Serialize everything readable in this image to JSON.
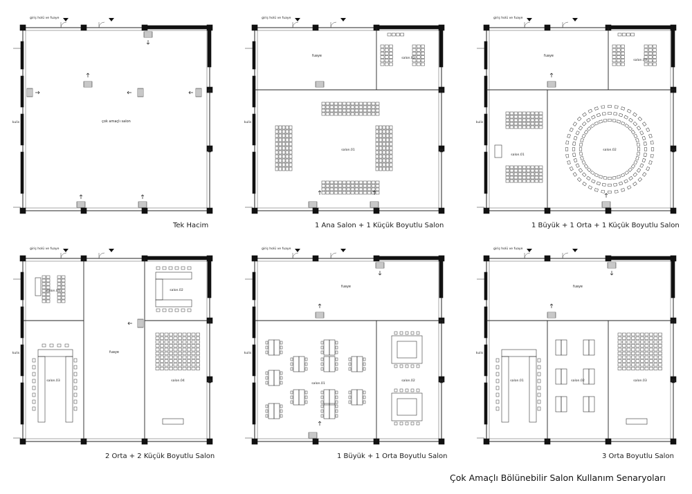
{
  "title": "Çok Amaçlı Bölünebilir Salon Kullanım Senaryoları",
  "entrance_label": "giriş holü ve fuaye",
  "backstage_label": "kulis",
  "scenarios": [
    {
      "id": "s1",
      "caption": "Tek Hacim",
      "rooms": [
        "çok amaçlı salon"
      ]
    },
    {
      "id": "s2",
      "caption": "1 Ana Salon + 1 Küçük Boyutlu Salon",
      "rooms": [
        "fuaye",
        "salon.02",
        "salon.01"
      ]
    },
    {
      "id": "s3",
      "caption": "1 Büyük + 1 Orta + 1 Küçük Boyutlu Salon",
      "rooms": [
        "fuaye",
        "salon.03",
        "salon.01",
        "salon.02"
      ]
    },
    {
      "id": "s4",
      "caption": "2 Orta + 2 Küçük Boyutlu Salon",
      "rooms": [
        "salon.01",
        "salon.02",
        "fuaye",
        "salon.03",
        "salon.04"
      ]
    },
    {
      "id": "s5",
      "caption": "1 Büyük + 1 Orta Boyutlu Salon",
      "rooms": [
        "fuaye",
        "salon.01",
        "salon.02"
      ]
    },
    {
      "id": "s6",
      "caption": "3 Orta Boyutlu Salon",
      "rooms": [
        "fuaye",
        "salon.01",
        "salon.02",
        "salon.03"
      ]
    }
  ]
}
